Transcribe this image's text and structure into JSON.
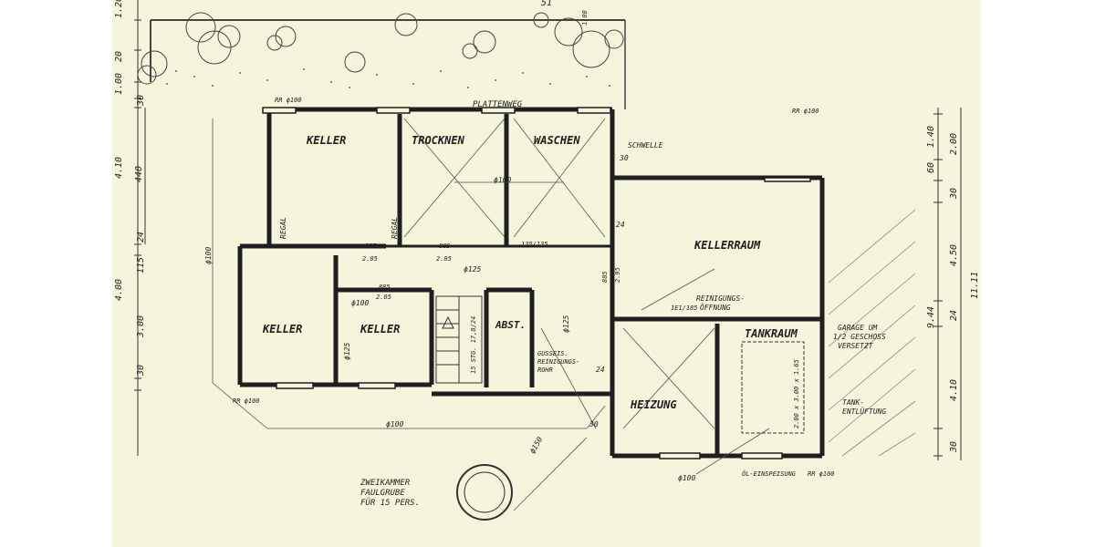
{
  "rooms": {
    "keller_top": "KELLER",
    "trocknen": "TROCKNEN",
    "waschen": "WASCHEN",
    "kellerraum": "KELLERRAUM",
    "keller_left": "KELLER",
    "keller_mid": "KELLER",
    "abst": "ABST.",
    "heizung": "HEIZUNG",
    "tankraum": "TANKRAUM"
  },
  "annotations": {
    "plattenweg": "PLATTENWEG",
    "schwelle": "SCHWELLE",
    "regal_left": "REGAL",
    "regal_mid": "REGAL",
    "reinigung_1": "REINIGUNGS-",
    "reinigung_2": "ÖFFNUNG",
    "garage_1": "GARAGE UM",
    "garage_2": "1/2 GESCHOSS",
    "garage_3": "VERSETZT",
    "tank_1": "TANK-",
    "tank_2": "ENTLÜFTUNG",
    "gusses_1": "GUSSEIS.",
    "gusses_2": "REINIGUNGS-",
    "gusses_3": "ROHR",
    "faul_1": "ZWEIKAMMER",
    "faul_2": "FAULGRUBE",
    "faul_3": "FÜR 15 PERS.",
    "oel": "ÖL-EINSPEISUNG",
    "stufen": "15 STG. 17,8/24",
    "tank_size": "2.00 x 3.00 x 1.65"
  },
  "pipes": {
    "p100_a": "ϕ100",
    "p100_b": "ϕ100",
    "p100_c": "ϕ100",
    "p100_d": "ϕ100",
    "p100_e": "ϕ100",
    "p125_a": "ϕ125",
    "p125_b": "ϕ125",
    "p125_c": "ϕ125",
    "p150": "ϕ150",
    "rr_1": "RR ϕ100",
    "rr_2": "RR ϕ100",
    "rr_3": "RR ϕ100",
    "rr_4": "RR ϕ100"
  },
  "openings": {
    "d1a": "885",
    "d1b": "2.05",
    "d2a": "885",
    "d2b": "2.05",
    "d3": "135/135",
    "d4a": "885",
    "d4b": "2.05",
    "d5": "1E1/185"
  },
  "dimensions": {
    "left_outer": [
      "1.20",
      "20",
      "1.00",
      "30",
      "4.10",
      "24",
      "4.00",
      "3.00",
      "30"
    ],
    "left_inner": [
      "440",
      "115"
    ],
    "right_outer": [
      "1.40",
      "60",
      "2.00",
      "30",
      "4.50",
      "9.44",
      "24",
      "4.10",
      "30"
    ],
    "right_total": "11.11",
    "top_value": "51",
    "misc": [
      "30",
      "24",
      "24",
      "30",
      "885",
      "2.95",
      "1.00"
    ]
  },
  "colors": {
    "paper": "#f5f4dc",
    "ink": "#1f1f1f",
    "faint": "#9a9a8a"
  }
}
